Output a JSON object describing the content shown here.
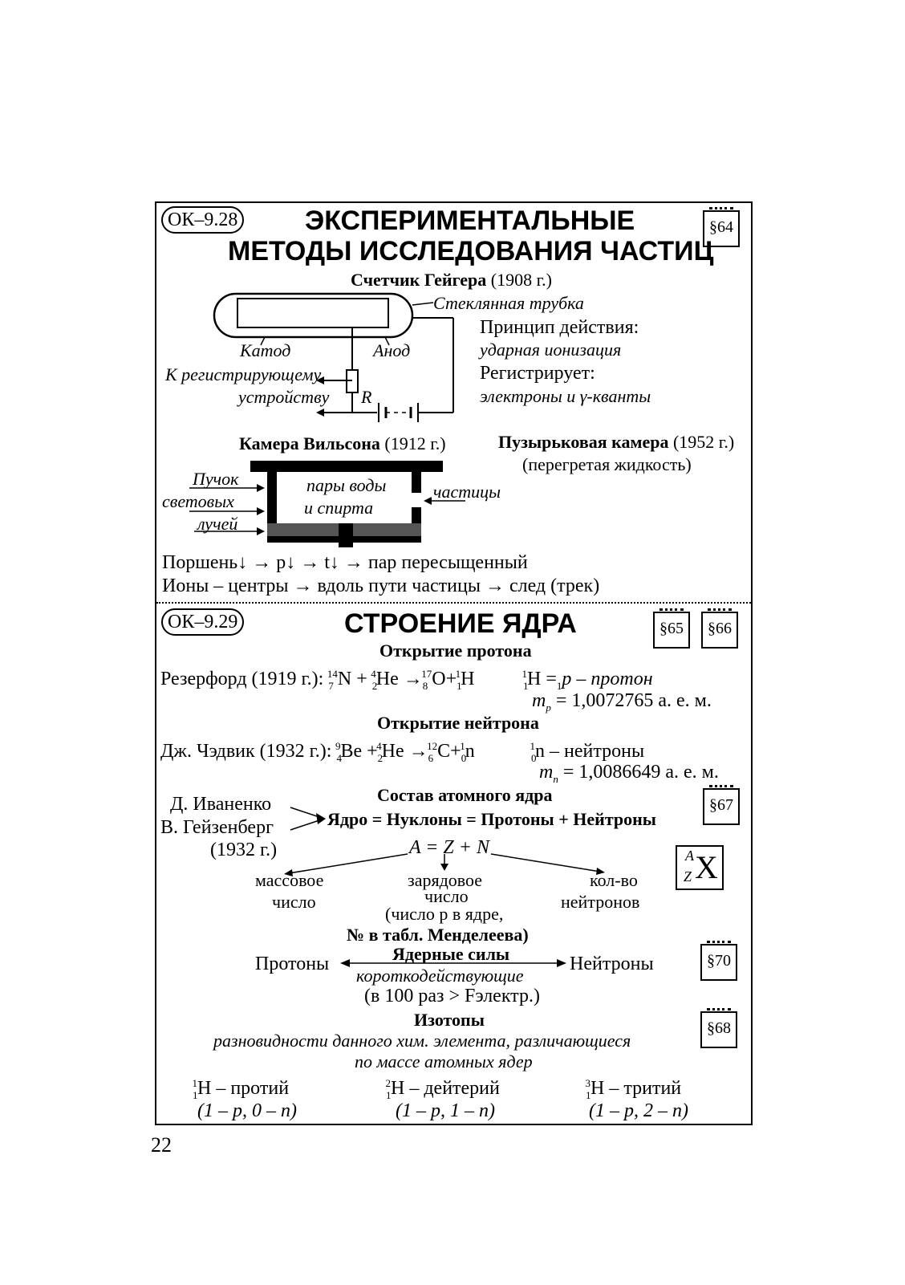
{
  "page_number": "22",
  "section1": {
    "code": "ОК–9.28",
    "title_line1": "ЭКСПЕРИМЕНТАЛЬНЫЕ",
    "title_line2": "МЕТОДЫ ИССЛЕДОВАНИЯ ЧАСТИЦ",
    "badge": "§64",
    "geiger": {
      "heading": "Счетчик Гейгера",
      "year": "(1908 г.)",
      "tube_label": "Стеклянная трубка",
      "cathode": "Катод",
      "anode": "Анод",
      "to_device_line1": "К регистрирующему",
      "to_device_line2": "устройству",
      "resistor": "R",
      "principle_label": "Принцип действия:",
      "principle_value": "ударная ионизация",
      "registers_label": "Регистрирует:",
      "registers_value": "электроны и γ-кванты"
    },
    "wilson": {
      "heading": "Камера Вильсона",
      "year": "(1912 г.)",
      "beam_line1": "Пучок",
      "beam_line2": "световых",
      "beam_line3": "лучей",
      "vapor_line1": "пары воды",
      "vapor_line2": "и спирта",
      "particles": "частицы"
    },
    "bubble": {
      "heading": "Пузырьковая камера",
      "year": "(1952 г.)",
      "note": "(перегретая жидкость)"
    },
    "line1": "Поршень↓ → p↓ → t↓ → пар пересыщенный",
    "line2": "Ионы – центры → вдоль пути частицы → след (трек)"
  },
  "section2": {
    "code": "ОК–9.29",
    "title": "СТРОЕНИЕ ЯДРА",
    "badge_a": "§65",
    "badge_b": "§66",
    "proton": {
      "heading": "Открытие протона",
      "author": "Резерфорд (1919 г.):",
      "n": "N",
      "n_a": "14",
      "n_z": "7",
      "he": "He",
      "he_a": "4",
      "he_z": "2",
      "o": "O",
      "o_a": "17",
      "o_z": "8",
      "h": "H",
      "h_a": "1",
      "h_z": "1",
      "result_lhs": "H =",
      "result_rhs": "p – протон",
      "mass": "= 1,0072765 а. е. м.",
      "mass_sym": "m",
      "mass_sub": "p"
    },
    "neutron": {
      "heading": "Открытие нейтрона",
      "author": "Дж. Чэдвик (1932 г.):",
      "be": "Be",
      "be_a": "9",
      "be_z": "4",
      "he": "He",
      "he_a": "4",
      "he_z": "2",
      "c": "C",
      "c_a": "12",
      "c_z": "6",
      "n": "n",
      "n_a": "1",
      "n_z": "0",
      "result": "n – нейтроны",
      "mass": "= 1,0086649 а. е. м.",
      "mass_sym": "m",
      "mass_sub": "n"
    },
    "composition": {
      "heading": "Состав атомного ядра",
      "badge": "§67",
      "author1": "Д. Иваненко",
      "author2": "В. Гейзенберг",
      "year": "(1932 г.)",
      "formula": "Ядро = Нуклоны = Протоны + Нейтроны",
      "mass_formula": "A = Z + N",
      "mass_number_line1": "массовое",
      "mass_number_line2": "число",
      "charge_line1": "зарядовое",
      "charge_line2": "число",
      "charge_line3": "(число p в ядре,",
      "charge_line4": "№ в табл. Менделеева)",
      "neutrons_line1": "кол-во",
      "neutrons_line2": "нейтронов",
      "symbol_a": "A",
      "symbol_z": "Z",
      "symbol_x": "X"
    },
    "forces": {
      "badge": "§70",
      "left": "Протоны",
      "right": "Нейтроны",
      "top": "Ядерные силы",
      "bottom": "короткодействующие",
      "note": "(в 100 раз > Fэлектр.)"
    },
    "isotopes": {
      "badge": "§68",
      "heading": "Изотопы",
      "definition_line1": "разновидности данного хим. элемента, различающиеся",
      "definition_line2": "по массе атомных ядер",
      "protium": "H – протий",
      "protium_a": "1",
      "protium_z": "1",
      "protium_comp": "(1 – p, 0 – n)",
      "deuterium": "H – дейтерий",
      "deuterium_a": "2",
      "deuterium_z": "1",
      "deuterium_comp": "(1 – p, 1 – n)",
      "tritium": "H – тритий",
      "tritium_a": "3",
      "tritium_z": "1",
      "tritium_comp": "(1 – p, 2 – n)"
    }
  }
}
